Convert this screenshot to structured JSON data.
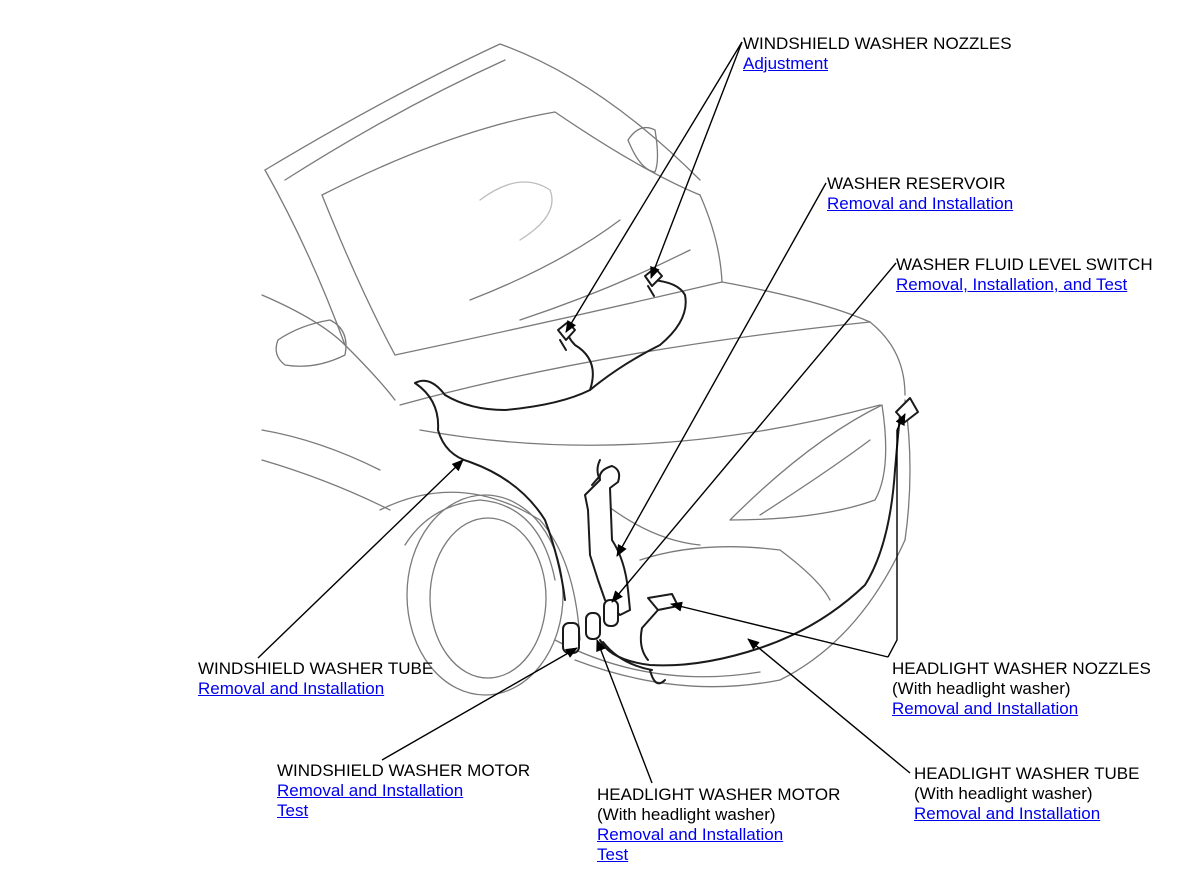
{
  "callouts": {
    "windshield_nozzles": {
      "title": "WINDSHIELD WASHER NOZZLES",
      "links": [
        "Adjustment"
      ]
    },
    "reservoir": {
      "title": "WASHER RESERVOIR",
      "links": [
        "Removal and Installation"
      ]
    },
    "level_switch": {
      "title": "WASHER FLUID LEVEL SWITCH",
      "links": [
        "Removal, Installation, and Test"
      ]
    },
    "windshield_tube": {
      "title": "WINDSHIELD WASHER TUBE",
      "links": [
        "Removal and Installation"
      ]
    },
    "headlight_nozzles": {
      "title": "HEADLIGHT WASHER NOZZLES",
      "note": "(With headlight washer)",
      "links": [
        "Removal and Installation"
      ]
    },
    "windshield_motor": {
      "title": "WINDSHIELD WASHER MOTOR",
      "links": [
        "Removal and Installation",
        "Test"
      ]
    },
    "headlight_motor": {
      "title": "HEADLIGHT WASHER MOTOR",
      "note": "(With headlight washer)",
      "links": [
        "Removal and Installation",
        "Test"
      ]
    },
    "headlight_tube": {
      "title": "HEADLIGHT WASHER TUBE",
      "note": "(With headlight washer)",
      "links": [
        "Removal and Installation"
      ]
    }
  }
}
